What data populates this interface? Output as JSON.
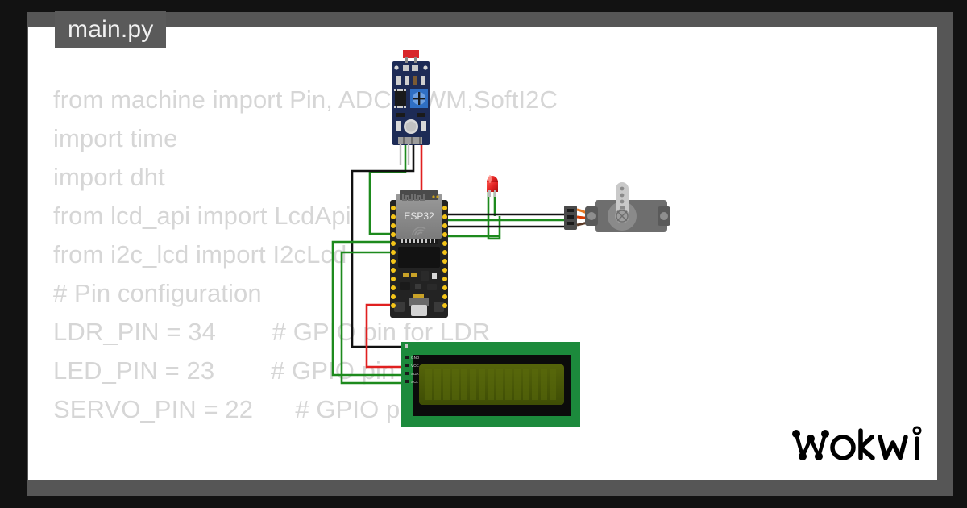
{
  "window": {
    "background_color": "#121212",
    "canvas_color": "#ffffff",
    "shadow_color": "#565656"
  },
  "file_tab": {
    "label": "main.py",
    "background_color": "#5a5a5a",
    "text_color": "#f2f2f2"
  },
  "code": {
    "text_color": "#d6d6d6",
    "lines": [
      "from machine import Pin, ADC, PWM,SoftI2C",
      "import time",
      "import dht",
      "from lcd_api import LcdApi",
      "from i2c_lcd import I2cLcd",
      "# Pin configuration",
      "LDR_PIN = 34        # GPIO pin for LDR",
      "LED_PIN = 23        # GPIO pin",
      "SERVO_PIN = 22      # GPIO p"
    ]
  },
  "logo": {
    "text": "wokwi",
    "color": "#000000"
  },
  "circuit": {
    "board": {
      "name": "ESP32 DevKit V1",
      "silk_label": "ESP32",
      "pcb_color": "#232323",
      "shield_color": "#8a8a8a",
      "pin_color": "#f5c518"
    },
    "parts": [
      {
        "name": "ldr-photoresistor-module",
        "label": "LDR Module",
        "pcb_color": "#1d2b56",
        "pins": [
          "VCC",
          "GND",
          "DO",
          "AO"
        ]
      },
      {
        "name": "led-red",
        "label": "LED",
        "color": "#e02020"
      },
      {
        "name": "servo-motor",
        "label": "SG90 Servo",
        "body_color": "#6e6e6e",
        "horn_color": "#c9c9c9",
        "wire_colors": [
          "#e87722",
          "#d93a00",
          "#5a3a26"
        ]
      },
      {
        "name": "lcd1602-i2c",
        "label": "LCD1602",
        "pcb_color": "#1c8a3c",
        "screen_color": "#4a5a07",
        "bezel_color": "#0b0b0b",
        "pins": [
          "GND",
          "VCC",
          "SDA",
          "SCL"
        ]
      }
    ],
    "wire_colors": {
      "ground": "#111111",
      "power": "#e02020",
      "signal": "#1d8a1d"
    }
  }
}
